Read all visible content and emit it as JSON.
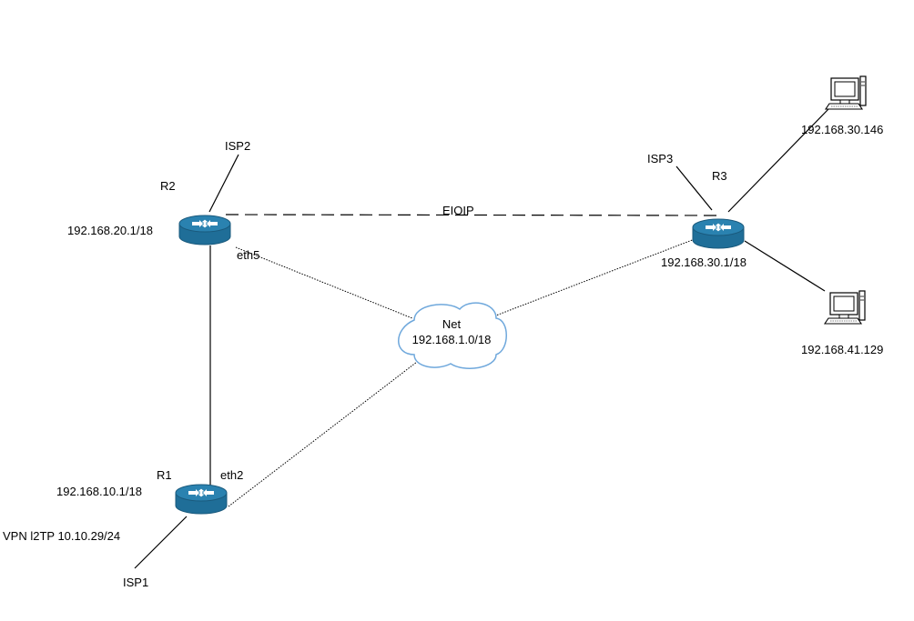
{
  "routers": {
    "r1": {
      "name": "R1",
      "ip": "192.168.10.1/18",
      "port": "eth2",
      "vpn": "VPN l2TP 10.10.29/24",
      "isp": "ISP1"
    },
    "r2": {
      "name": "R2",
      "ip": "192.168.20.1/18",
      "port": "eth5",
      "isp": "ISP2"
    },
    "r3": {
      "name": "R3",
      "ip": "192.168.30.1/18",
      "isp": "ISP3"
    }
  },
  "cloud": {
    "name": "Net",
    "subnet": "192.168.1.0/18"
  },
  "tunnel": {
    "label": "EIOIP"
  },
  "hosts": [
    {
      "ip": "192.168.30.146"
    },
    {
      "ip": "192.168.41.129"
    }
  ],
  "colors": {
    "router": "#1f6e98",
    "router_top": "#2a82b0",
    "line": "#000000"
  }
}
